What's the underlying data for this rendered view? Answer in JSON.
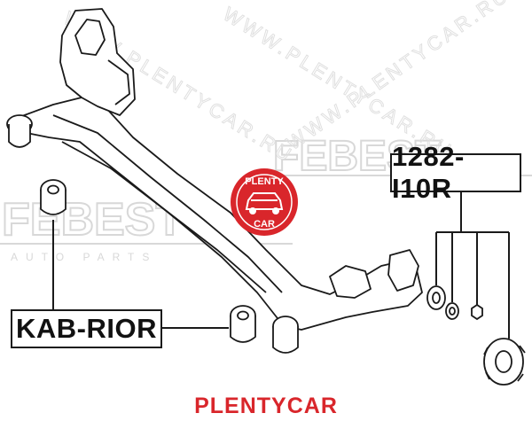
{
  "labels": {
    "part_left": "KAB-RIOR",
    "part_right": "1282-I10R"
  },
  "footer": {
    "brand": "PLENTYCAR"
  },
  "logo": {
    "top_text": "PLENTY",
    "bottom_text": "CAR",
    "icon": "car-icon",
    "color": "#d9262b"
  },
  "watermark": {
    "brand": "FEBEST",
    "tagline": "AUTO PARTS",
    "site": "WWW.PLENTYCAR.RU"
  },
  "colors": {
    "line": "#1a1a1a",
    "accent": "#d9262b",
    "watermark": "#d8d8d8"
  }
}
